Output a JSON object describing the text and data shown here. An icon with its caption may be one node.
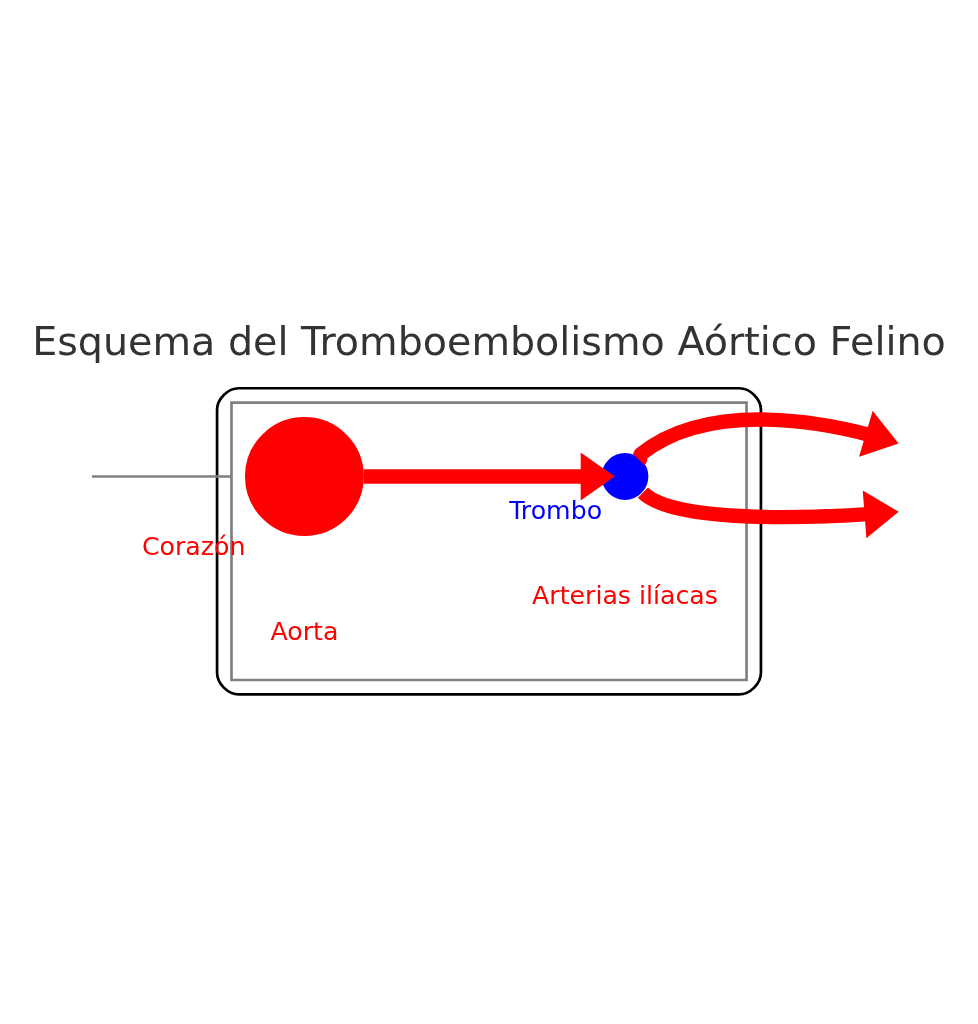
{
  "diagram": {
    "title": "Esquema del Tromboembolismo Aórtico Felino",
    "nodes": [
      {
        "text": [],
        "shape": "box"
      },
      {
        "text": [],
        "shape": "box",
        "in": 0
      },
      {
        "text": [],
        "shape": "circle",
        "in": 1,
        "beside": [
          "Corazón"
        ]
      },
      {
        "text": [],
        "shape": "circle",
        "in": 1,
        "beside": [
          "Trombo"
        ]
      }
    ],
    "edges": [
      {
        "from": 2,
        "to": 3,
        "arrow": "to"
      },
      {
        "from": 3,
        "to": null,
        "arrow": "to"
      },
      {
        "from": 3,
        "to": null,
        "arrow": "to"
      },
      {
        "from": null,
        "to": 1,
        "arrow": "none",
        "color": "#808080"
      }
    ],
    "labels": [
      "Aorta",
      "Arterias ilíacas"
    ]
  }
}
